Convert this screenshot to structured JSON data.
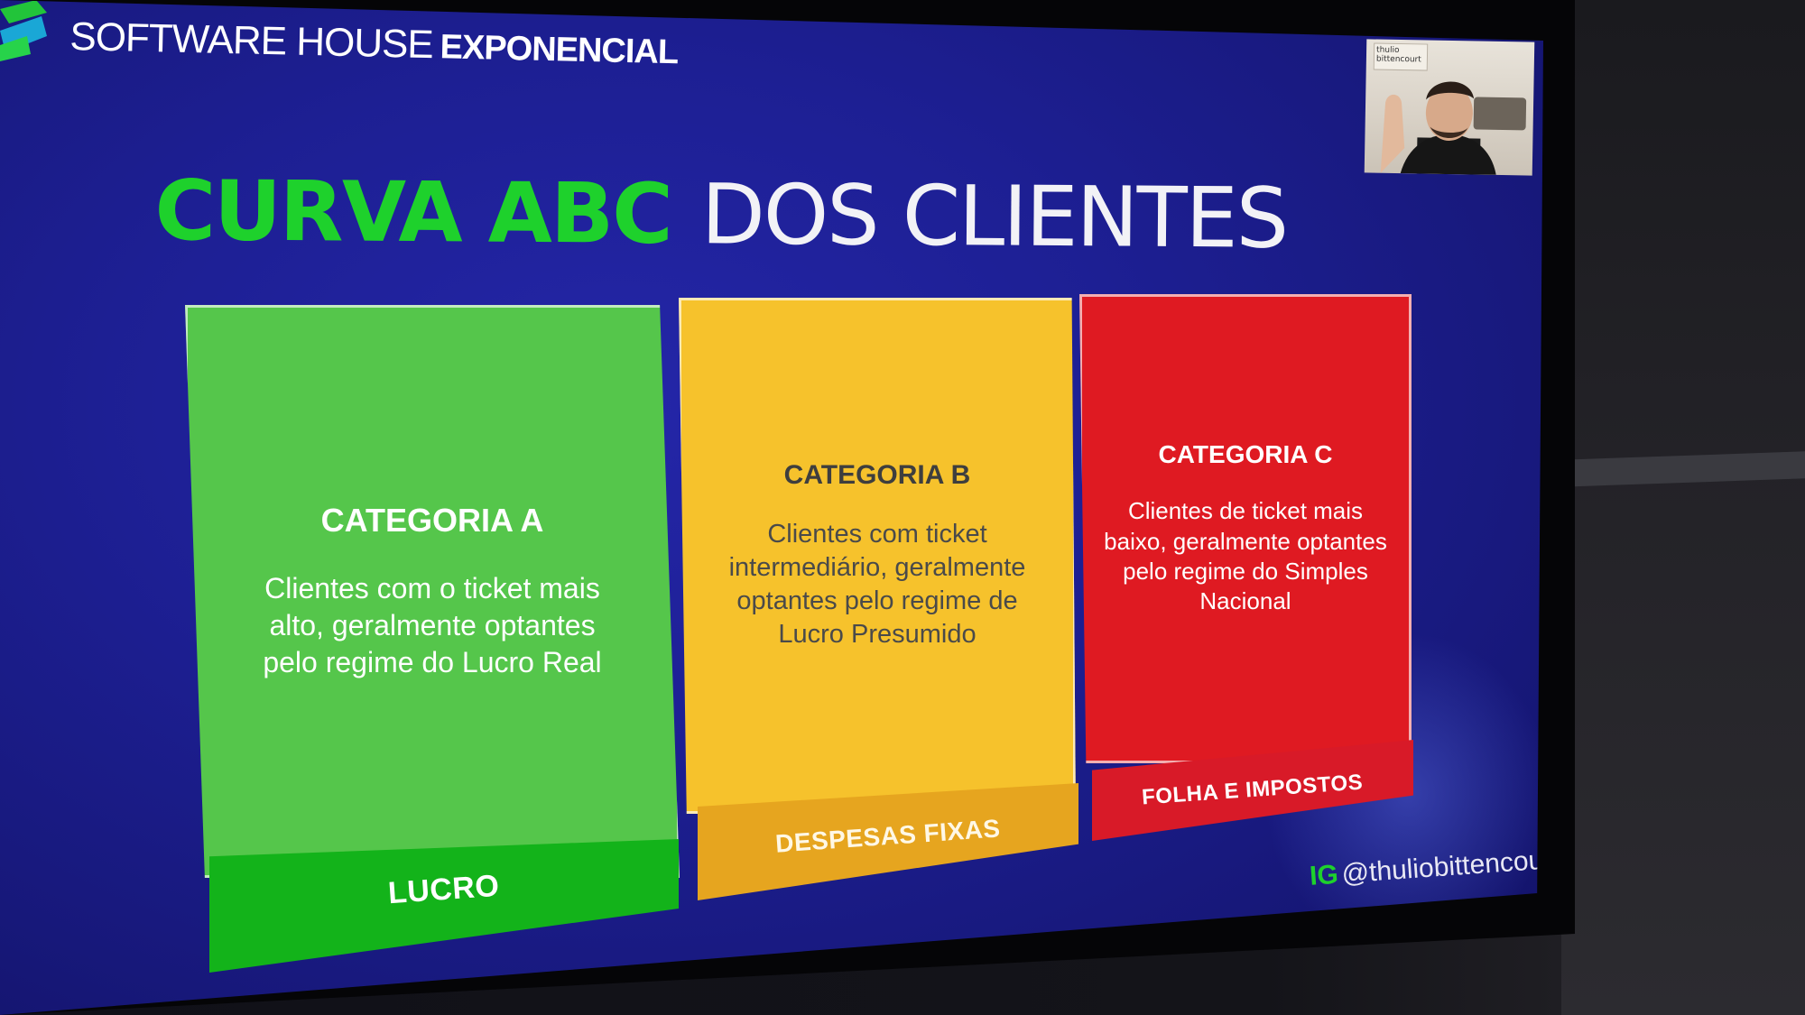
{
  "header": {
    "brand_light": "SOFTWARE HOUSE",
    "brand_bold": "EXPONENCIAL"
  },
  "webcam": {
    "sign_text": "thulio\nbittencourt"
  },
  "title": {
    "highlight": "CURVA ABC",
    "rest": "DOS CLIENTES"
  },
  "categories": [
    {
      "title": "CATEGORIA A",
      "description": "Clientes com o ticket mais alto, geralmente optantes pelo regime do Lucro Real",
      "bar_label": "LUCRO",
      "color": "#55c64b",
      "bar_color": "#13b31a"
    },
    {
      "title": "CATEGORIA B",
      "description": "Clientes com ticket intermediário, geralmente optantes pelo  regime de Lucro Presumido",
      "bar_label": "DESPESAS FIXAS",
      "color": "#f6c22c",
      "bar_color": "#e6a51f"
    },
    {
      "title": "CATEGORIA C",
      "description": "Clientes de ticket mais baixo, geralmente optantes pelo regime do Simples Nacional",
      "bar_label": "FOLHA E IMPOSTOS",
      "color": "#df1a22",
      "bar_color": "#d81a28"
    }
  ],
  "footer": {
    "ig_label": "IG",
    "handle": "@thuliobittencourt"
  },
  "colors": {
    "slide_background": "#1d1f93",
    "accent_green": "#1ed12c"
  }
}
